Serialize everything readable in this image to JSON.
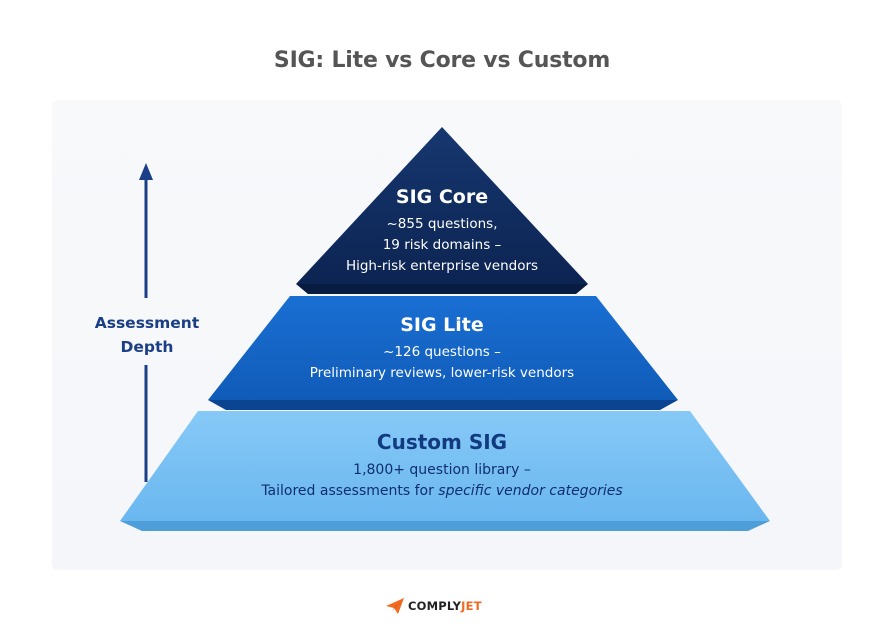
{
  "title": "SIG: Lite vs Core vs Custom",
  "axis": {
    "label_line1": "Assessment",
    "label_line2": "Depth"
  },
  "tiers": {
    "core": {
      "name": "SIG Core",
      "line1": "~855 questions,",
      "line2": "19 risk domains –",
      "line3": "High-risk enterprise vendors",
      "color": "#0e2a5e"
    },
    "lite": {
      "name": "SIG Lite",
      "line1": "~126 questions –",
      "line2": "Preliminary reviews, lower-risk vendors",
      "color": "#1565c8"
    },
    "custom": {
      "name": "Custom SIG",
      "line1": "1,800+ question library –",
      "line2_a": "Tailored assessments for ",
      "line2_b": "specific vendor categories",
      "color": "#7ec4f5"
    }
  },
  "logo": {
    "word_a": "COMPLY",
    "word_b": "JET",
    "icon": "paper-plane-icon",
    "accent_color": "#f26a21"
  }
}
